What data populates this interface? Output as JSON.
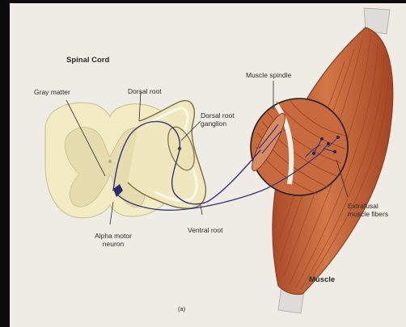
{
  "labels": {
    "spinal_cord": "Spinal Cord",
    "gray_matter": "Gray matter",
    "dorsal_root": "Dorsal root",
    "dorsal_root_ganglion_1": "Dorsal root",
    "dorsal_root_ganglion_2": "ganglion",
    "muscle_spindle": "Muscle spindle",
    "extrafusal_1": "Extrafusal",
    "extrafusal_2": "muscle fibers",
    "ventral_root": "Ventral root",
    "alpha_motor_1": "Alpha motor",
    "alpha_motor_2": "neuron",
    "muscle": "Muscle",
    "panel": "(a)"
  },
  "colors": {
    "background": "#efece6",
    "frame": "#0b0b0b",
    "spinal_white_matter": "#f2eac4",
    "spinal_gray_matter": "#e4dcb2",
    "muscle": "#c8683e",
    "muscle_dark": "#9d4526",
    "tendon": "#dcdcd8",
    "nerve": "#3a3a7a",
    "leader_line": "#2a2a2a"
  }
}
